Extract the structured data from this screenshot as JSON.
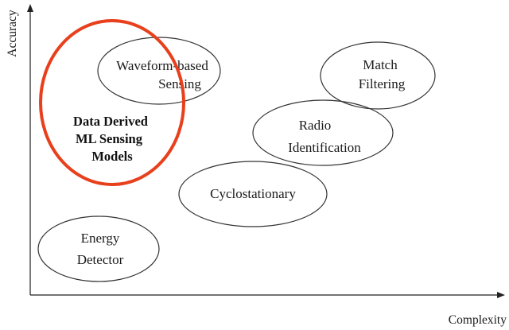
{
  "axes": {
    "y_label": "Accuracy",
    "x_label": "Complexity"
  },
  "nodes": {
    "waveform": {
      "line1": "Waveform-based",
      "line2": "Sensing"
    },
    "match": {
      "line1": "Match",
      "line2": "Filtering"
    },
    "radio": {
      "line1": "Radio",
      "line2": "Identification"
    },
    "cyclo": {
      "line1": "Cyclostationary"
    },
    "energy": {
      "line1": "Energy",
      "line2": "Detector"
    }
  },
  "highlight": {
    "line1": "Data Derived",
    "line2": "ML Sensing",
    "line3": "Models",
    "color": "#e8401c"
  }
}
